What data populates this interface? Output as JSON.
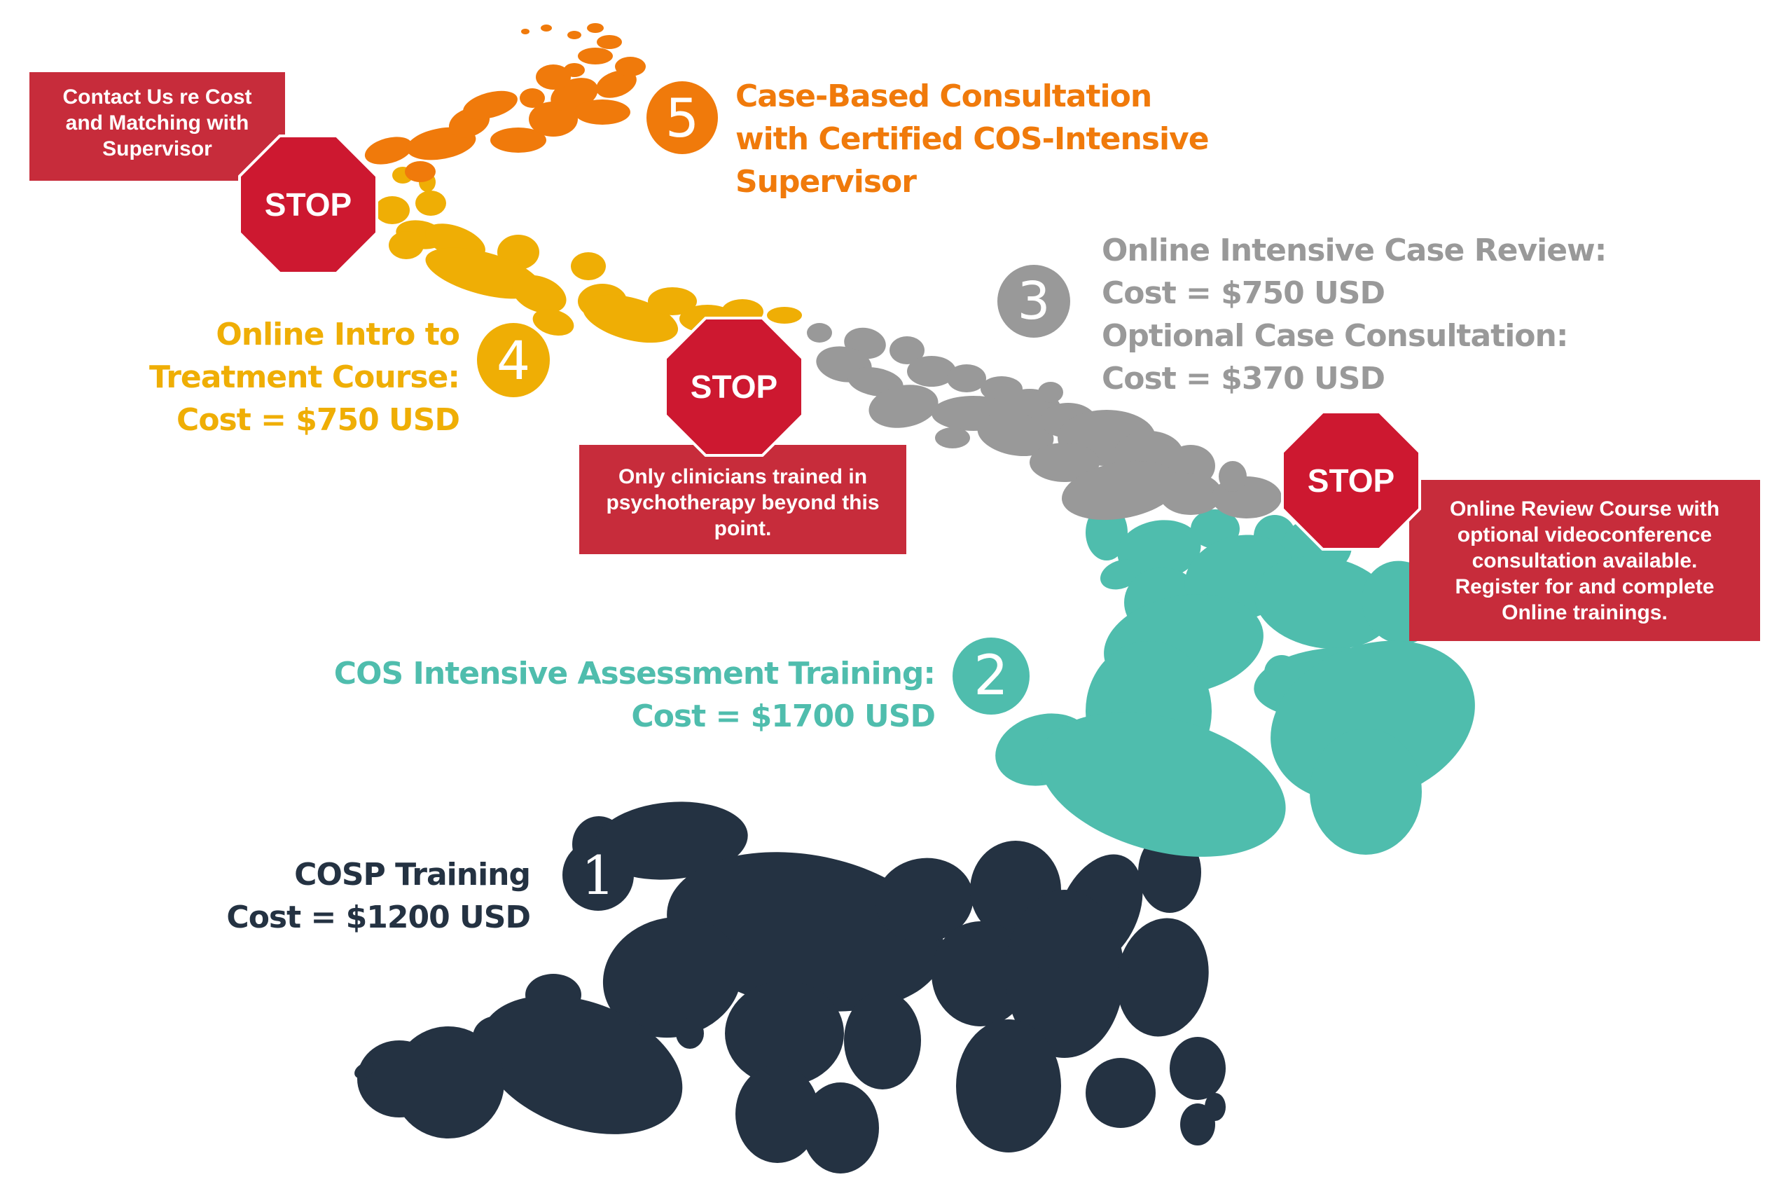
{
  "colors": {
    "step1": "#243242",
    "step2": "#4fbdad",
    "step3": "#999999",
    "step4": "#efae05",
    "step5": "#f07a0b",
    "stop_sign": "#cd1830",
    "note_box": "#c72c3b",
    "text_on_red": "#ffffff"
  },
  "steps": [
    {
      "number": "1",
      "lines": [
        "COSP Training",
        "Cost = $1200 USD"
      ],
      "color": "#243242"
    },
    {
      "number": "2",
      "lines": [
        "COS Intensive Assessment Training:",
        "Cost = $1700 USD"
      ],
      "color": "#4fbdad"
    },
    {
      "number": "3",
      "lines": [
        "Online Intensive Case Review:",
        "Cost = $750 USD",
        "Optional Case Consultation:",
        "Cost = $370 USD"
      ],
      "color": "#999999"
    },
    {
      "number": "4",
      "lines": [
        "Online Intro to",
        "Treatment Course:",
        "Cost = $750 USD"
      ],
      "color": "#efae05"
    },
    {
      "number": "5",
      "lines": [
        "Case-Based Consultation",
        "with Certified COS-Intensive",
        "Supervisor"
      ],
      "color": "#f07a0b"
    }
  ],
  "stops": [
    {
      "label": "STOP",
      "note_lines": [
        "Online Review Course with",
        "optional videoconference",
        "consultation available.",
        "Register for and complete",
        "Online trainings."
      ]
    },
    {
      "label": "STOP",
      "note_lines": [
        "Only clinicians trained in",
        "psychotherapy beyond this",
        "point."
      ]
    },
    {
      "label": "STOP",
      "note_lines": [
        "Contact Us re Cost",
        "and Matching with",
        "Supervisor"
      ]
    }
  ]
}
